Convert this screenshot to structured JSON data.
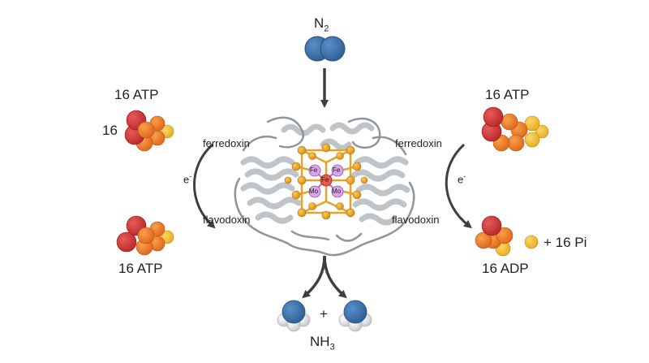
{
  "n2": {
    "base": "N",
    "sub": "2"
  },
  "nh3": {
    "base": "NH",
    "sub": "3"
  },
  "plus": "+",
  "left": {
    "top_label": "16 ATP",
    "count_prefix": "16",
    "donor": "ferredoxin",
    "electron": "e",
    "electron_sup": "-",
    "acceptor": "flavodoxin",
    "bottom_label": "16 ATP"
  },
  "right": {
    "top_label": "16 ATP",
    "donor": "ferredoxin",
    "electron": "e",
    "electron_sup": "-",
    "acceptor": "flavodoxin",
    "bottom_label": "16 ADP",
    "pi_label": "+ 16 Pi"
  },
  "cofactor": {
    "fe_left": "Fe",
    "fe_right": "Fe",
    "center": "Fe",
    "mo_left": "Mo",
    "mo_right": "Mo"
  },
  "colors": {
    "n2_blue": "#3a6fa8",
    "atp_red": "#d23a3a",
    "atp_orange": "#f07a2a",
    "atp_yellow": "#f6c03a",
    "protein_gray": "#b9bec4",
    "cluster_gold": "#e8a22a",
    "arrow_gray": "#3f3f3f"
  }
}
